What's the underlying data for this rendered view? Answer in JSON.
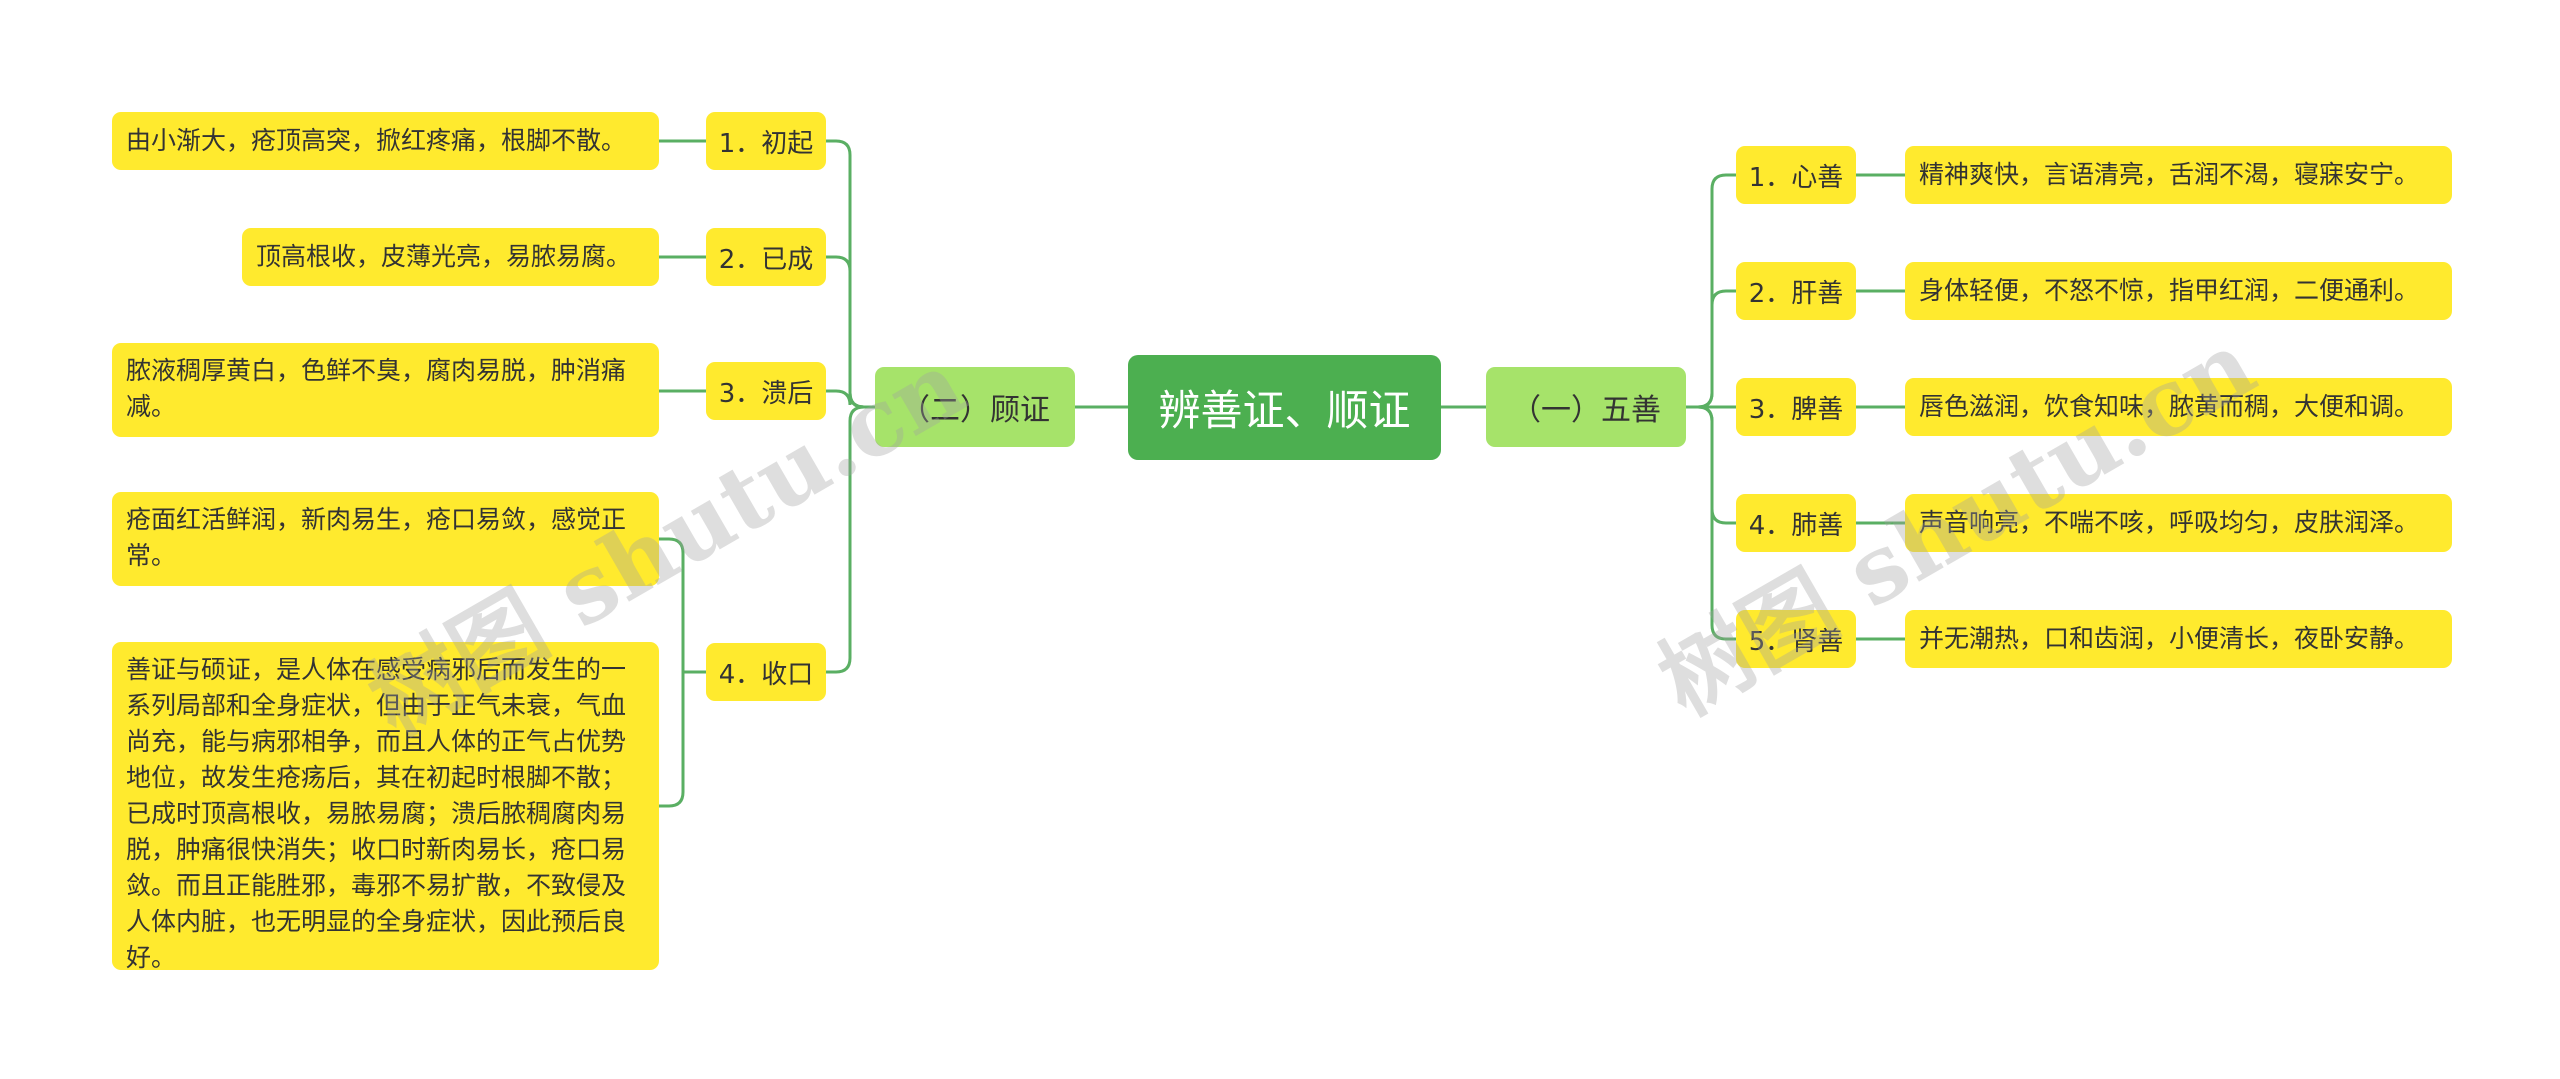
{
  "root": {
    "label": "辨善证、顺证"
  },
  "left": {
    "label": "（二）顾证",
    "items": [
      {
        "label": "1．初起",
        "desc": "由小渐大，疮顶高突，掀红疼痛，根脚不散。"
      },
      {
        "label": "2．已成",
        "desc": "顶高根收，皮薄光亮，易脓易腐。"
      },
      {
        "label": "3．溃后",
        "desc": "脓液稠厚黄白，色鲜不臭，腐肉易脱，肿消痛减。"
      },
      {
        "label": "4．收口",
        "desc": "疮面红活鲜润，新肉易生，疮口易敛，感觉正常。",
        "desc2": "善证与硕证，是人体在感受病邪后而发生的一系列局部和全身症状，但由于正气未衰，气血尚充，能与病邪相争，而且人体的正气占优势地位，故发生疮疡后，其在初起时根脚不散；已成时顶高根收，易脓易腐；溃后脓稠腐肉易脱，肿痛很快消失；收口时新肉易长，疮口易敛。而且正能胜邪，毒邪不易扩散，不致侵及人体内脏，也无明显的全身症状，因此预后良好。"
      }
    ]
  },
  "right": {
    "label": "（一）五善",
    "items": [
      {
        "label": "1．心善",
        "desc": "精神爽快，言语清亮，舌润不渴，寝寐安宁。"
      },
      {
        "label": "2．肝善",
        "desc": "身体轻便，不怒不惊，指甲红润，二便通利。"
      },
      {
        "label": "3．脾善",
        "desc": "唇色滋润，饮食知味，脓黄而稠，大便和调。"
      },
      {
        "label": "4．肺善",
        "desc": "声音响亮，不喘不咳，呼吸均匀，皮肤润泽。"
      },
      {
        "label": "5．肾善",
        "desc": "并无潮热，口和齿润，小便清长，夜卧安静。"
      }
    ]
  },
  "watermark": "树图 shutu.cn",
  "colors": {
    "root": "#4caf50",
    "level1": "#a6e36a",
    "level2": "#ffea2e",
    "line": "#5aaf63"
  }
}
